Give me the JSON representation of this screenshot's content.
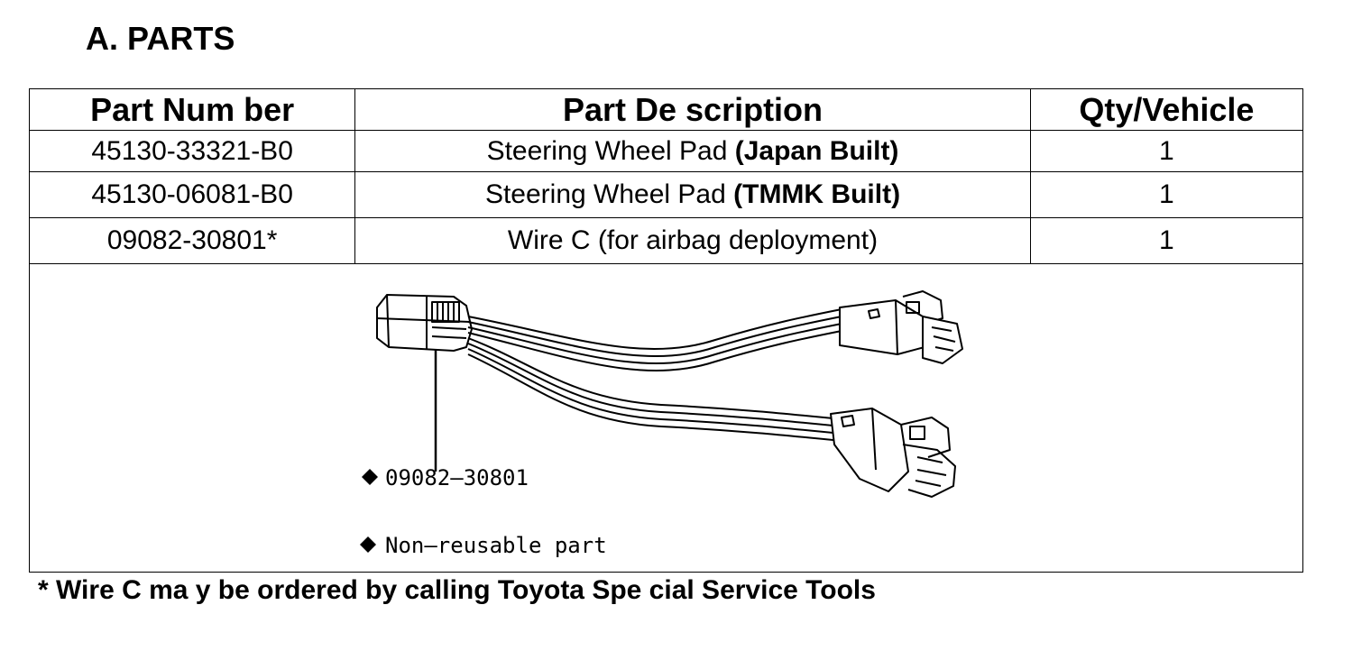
{
  "section_title": "A. PARTS",
  "table": {
    "headers": {
      "part_number": "Part Num ber",
      "part_description": "Part De scription",
      "qty": "Qty/Vehicle"
    },
    "rows": [
      {
        "part_number": "45130-33321-B0",
        "description": "Steering Wheel Pad",
        "description_note": "(Japan Built)",
        "qty": "1"
      },
      {
        "part_number": "45130-06081-B0",
        "description": "Steering Wheel Pad",
        "description_note": "(TMMK Built)",
        "qty": "1"
      },
      {
        "part_number": "09082-30801*",
        "description": "Wire C (for airbag deployment)",
        "description_note": "",
        "qty": "1"
      }
    ]
  },
  "figure": {
    "callout_label": "09082–30801",
    "legend_label": "Non–reusable part"
  },
  "footnote": "* Wire C ma y be ordered  by calling  Toyota Spe cial Service  Tools"
}
